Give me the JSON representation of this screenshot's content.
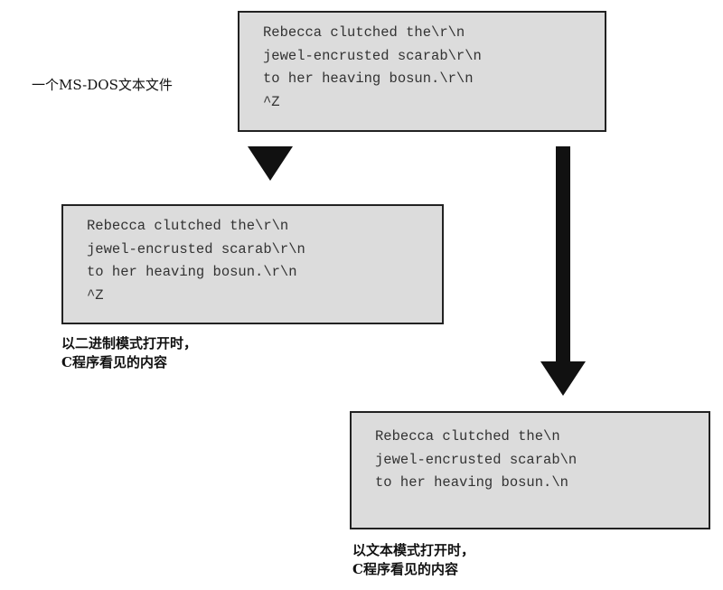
{
  "source_label": "一个MS-DOS文本文件",
  "source_box": {
    "lines": [
      "Rebecca clutched the\\r\\n",
      "jewel-encrusted scarab\\r\\n",
      "to her heaving bosun.\\r\\n",
      "^Z"
    ]
  },
  "binary_box": {
    "lines": [
      "Rebecca clutched the\\r\\n",
      "jewel-encrusted scarab\\r\\n",
      "to her heaving bosun.\\r\\n",
      "^Z"
    ],
    "caption": [
      "以二进制模式打开时，",
      "C程序看见的内容"
    ]
  },
  "text_box": {
    "lines": [
      "Rebecca clutched the\\n",
      "jewel-encrusted scarab\\n",
      "to her heaving bosun.\\n"
    ],
    "caption": [
      "以文本模式打开时，",
      "C程序看见的内容"
    ]
  }
}
